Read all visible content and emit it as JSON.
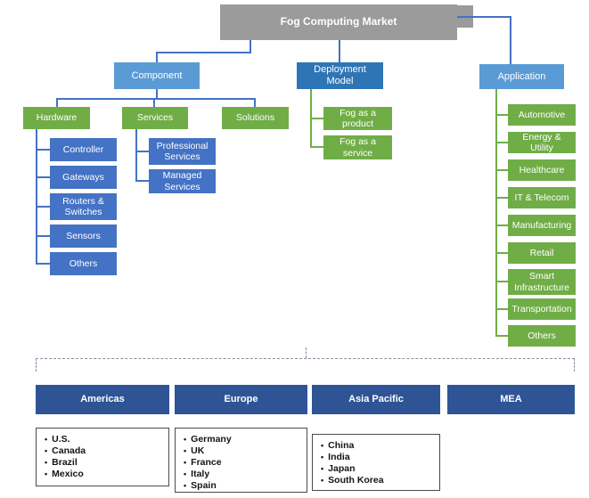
{
  "title": "Fog Computing Market",
  "branches": {
    "component": {
      "label": "Component",
      "subs": {
        "hardware": {
          "label": "Hardware",
          "items": [
            "Controller",
            "Gateways",
            "Routers & Switches",
            "Sensors",
            "Others"
          ]
        },
        "services": {
          "label": "Services",
          "items": [
            "Professional Services",
            "Managed Services"
          ]
        },
        "solutions": {
          "label": "Solutions"
        }
      }
    },
    "deployment": {
      "label": "Deployment Model",
      "items": [
        "Fog as a product",
        "Fog as a service"
      ]
    },
    "application": {
      "label": "Application",
      "items": [
        "Automotive",
        "Energy & Utility",
        "Healthcare",
        "IT & Telecom",
        "Manufacturing",
        "Retail",
        "Smart Infrastructure",
        "Transportation",
        "Others"
      ]
    }
  },
  "regions": [
    {
      "label": "Americas",
      "countries": [
        "U.S.",
        "Canada",
        "Brazil",
        "Mexico"
      ]
    },
    {
      "label": "Europe",
      "countries": [
        "Germany",
        "UK",
        "France",
        "Italy",
        "Spain"
      ]
    },
    {
      "label": "Asia Pacific",
      "countries": [
        "China",
        "India",
        "Japan",
        "South Korea"
      ]
    },
    {
      "label": "MEA",
      "countries": []
    }
  ],
  "colors": {
    "root_gray": "#9b9b9b",
    "branch_light_blue": "#5b9bd5",
    "branch_mid_blue": "#2e75b6",
    "child_blue": "#4472c4",
    "child_green": "#70ad47",
    "region_navy": "#2f5496"
  }
}
